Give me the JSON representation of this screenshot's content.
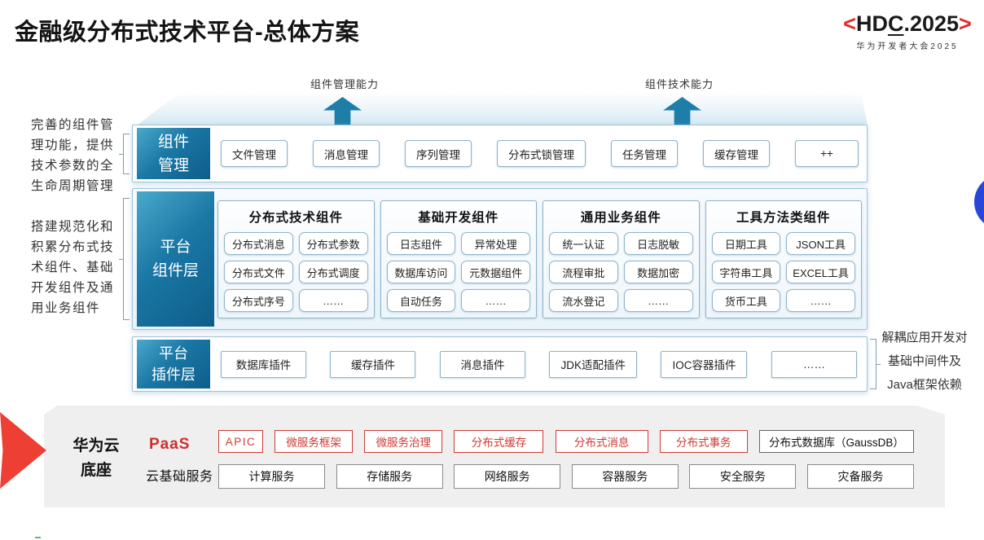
{
  "title": "金融级分布式技术平台-总体方案",
  "logo": {
    "left_angle": "<",
    "h": "HD",
    "c": "C",
    "rest": ".2025",
    "right_angle": ">",
    "subtitle": "华为开发者大会2025"
  },
  "arrows": {
    "left_label": "组件管理能力",
    "right_label": "组件技术能力"
  },
  "notes": {
    "left_top": "完善的组件管\n理功能，提供\n技术参数的全\n生命周期管理",
    "left_bottom": "搭建规范化和\n积累分布式技\n术组件、基础\n开发组件及通\n用业务组件",
    "right": "解耦应用开发对\n基础中间件及\nJava框架依赖"
  },
  "rows": {
    "management": {
      "label": "组件\n管理",
      "items": [
        "文件管理",
        "消息管理",
        "序列管理",
        "分布式锁管理",
        "任务管理",
        "缓存管理",
        "++"
      ]
    },
    "components": {
      "label": "平台\n组件层",
      "groups": [
        {
          "title": "分布式技术组件",
          "items": [
            "分布式消息",
            "分布式参数",
            "分布式文件",
            "分布式调度",
            "分布式序号",
            "……"
          ]
        },
        {
          "title": "基础开发组件",
          "items": [
            "日志组件",
            "异常处理",
            "数据库访问",
            "元数据组件",
            "自动任务",
            "……"
          ]
        },
        {
          "title": "通用业务组件",
          "items": [
            "统一认证",
            "日志脱敏",
            "流程审批",
            "数据加密",
            "流水登记",
            "……"
          ]
        },
        {
          "title": "工具方法类组件",
          "items": [
            "日期工具",
            "JSON工具",
            "字符串工具",
            "EXCEL工具",
            "货币工具",
            "……"
          ]
        }
      ]
    },
    "plugins": {
      "label": "平台\n插件层",
      "items": [
        "数据库插件",
        "缓存插件",
        "消息插件",
        "JDK适配插件",
        "IOC容器插件",
        "……"
      ]
    }
  },
  "foundation": {
    "label": "华为云\n底座",
    "paas": {
      "label": "PaaS",
      "items": [
        "APIC",
        "微服务框架",
        "微服务治理",
        "分布式缓存",
        "分布式消息",
        "分布式事务"
      ],
      "neutral_item": "分布式数据库（GaussDB）"
    },
    "cloud": {
      "label": "云基础服务",
      "items": [
        "计算服务",
        "存储服务",
        "网络服务",
        "容器服务",
        "安全服务",
        "灾备服务"
      ]
    }
  },
  "colors": {
    "accent_red": "#ee3f35",
    "paas_red": "#cf3a34",
    "arrow_teal": "#1d7fa9",
    "label_gradient_light": "#4aa9cc",
    "label_gradient_dark": "#0e5d8a",
    "row_border_blue": "#9ec3d8",
    "slab_gray": "#efefef",
    "edge_circle_blue": "#2846d8"
  }
}
